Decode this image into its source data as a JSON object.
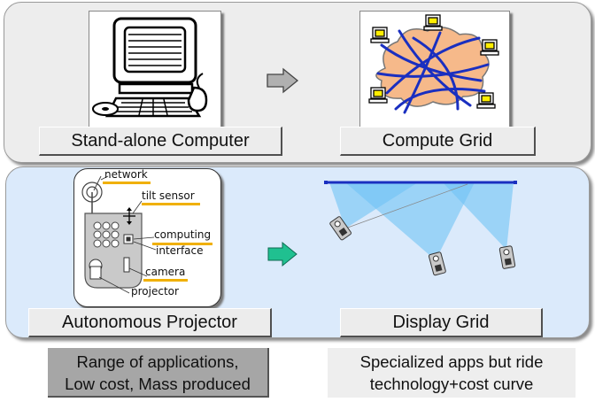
{
  "stages": {
    "standalone": {
      "label": "Stand-alone Computer"
    },
    "compute_grid": {
      "label": "Compute Grid"
    },
    "autonomous_projector": {
      "label": "Autonomous Projector",
      "callouts": [
        "network",
        "tilt sensor",
        "computing",
        "interface",
        "camera",
        "projector"
      ]
    },
    "display_grid": {
      "label": "Display Grid"
    }
  },
  "notes": {
    "left_lines": [
      "Range of applications,",
      "Low cost, Mass produced"
    ],
    "right_lines": [
      "Specialized apps but ride",
      "technology+cost curve"
    ]
  },
  "colors": {
    "top_panel": "#ededed",
    "bottom_panel": "#dbeafb",
    "arrow_top": "#b0b0b0",
    "arrow_bottom": "#20c090",
    "highlight": "#f0b000",
    "cloud": "#f6b98a",
    "network_lines": "#1a2fc0",
    "light_beam": "#6fc3f5"
  }
}
